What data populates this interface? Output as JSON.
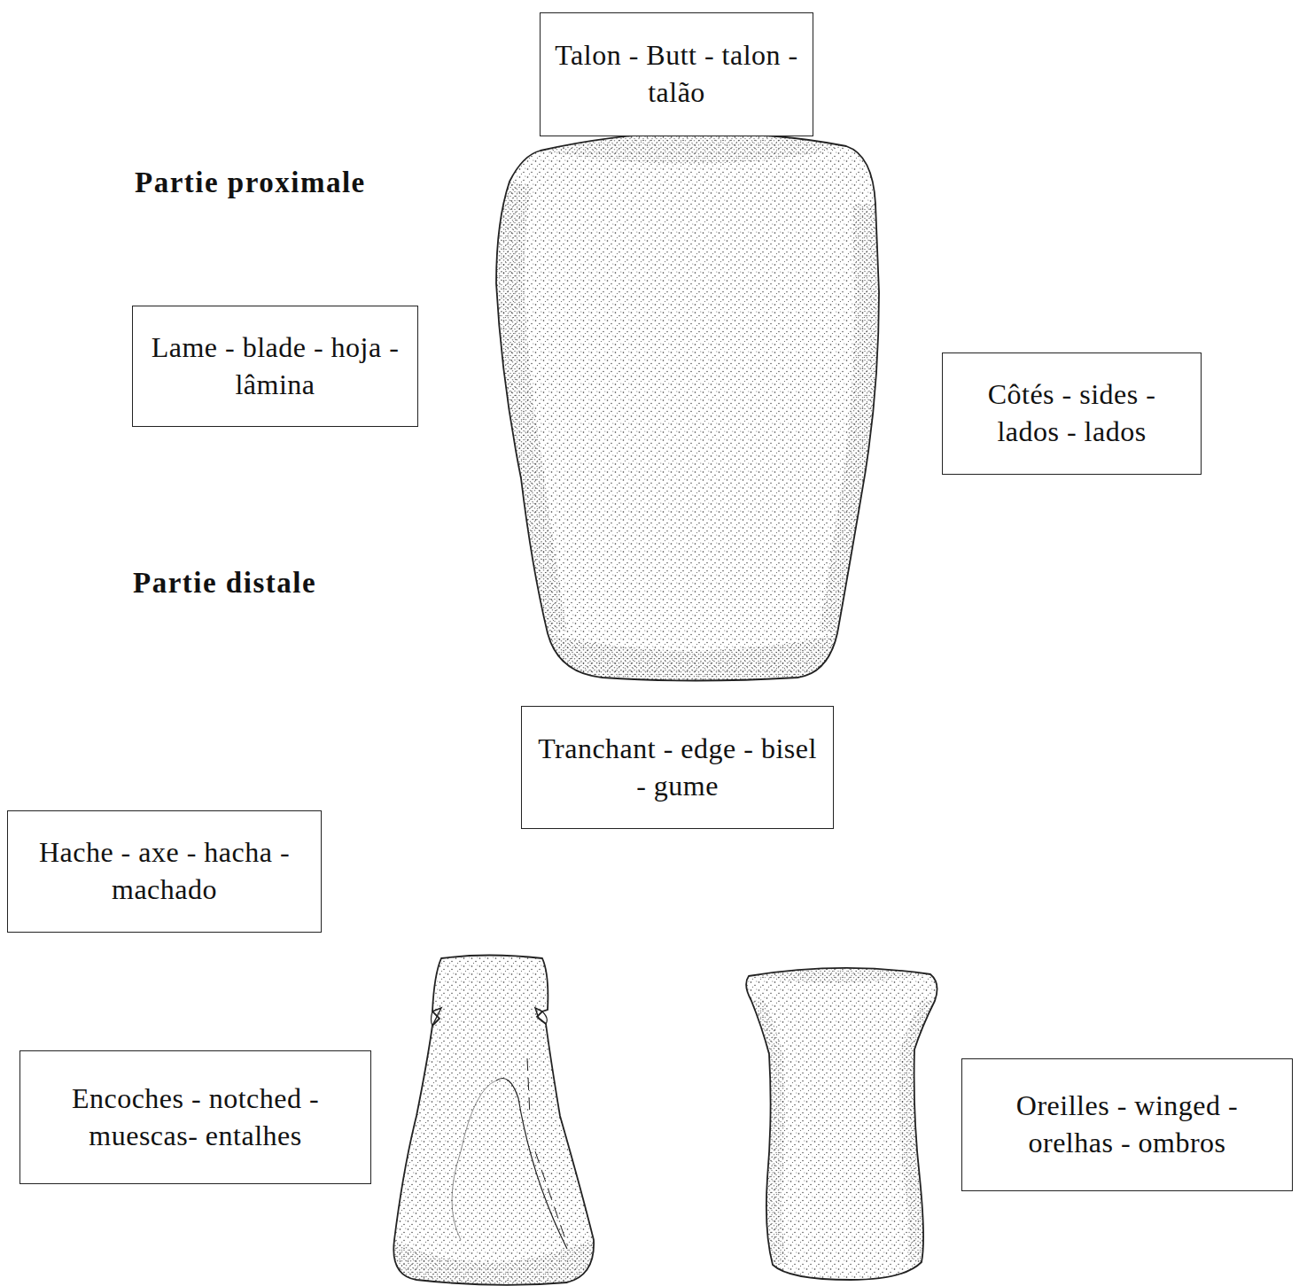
{
  "diagram": {
    "nodes": [
      {
        "text": [
          "Talon - Butt - talon - talão"
        ]
      },
      {
        "text": [
          "Lame - blade - hoja - lâmina"
        ]
      },
      {
        "text": [
          "Côtés - sides - lados - lados"
        ]
      },
      {
        "text": [
          "Tranchant - edge - bisel - gume"
        ]
      },
      {
        "text": [
          "Hache - axe - hacha - machado"
        ]
      },
      {
        "text": [
          "Encoches - notched - muescas- entalhes"
        ]
      },
      {
        "text": [
          "Oreilles - winged - orelhas - ombros"
        ]
      }
    ],
    "labels": [
      "Partie proximale",
      "Partie distale"
    ]
  }
}
